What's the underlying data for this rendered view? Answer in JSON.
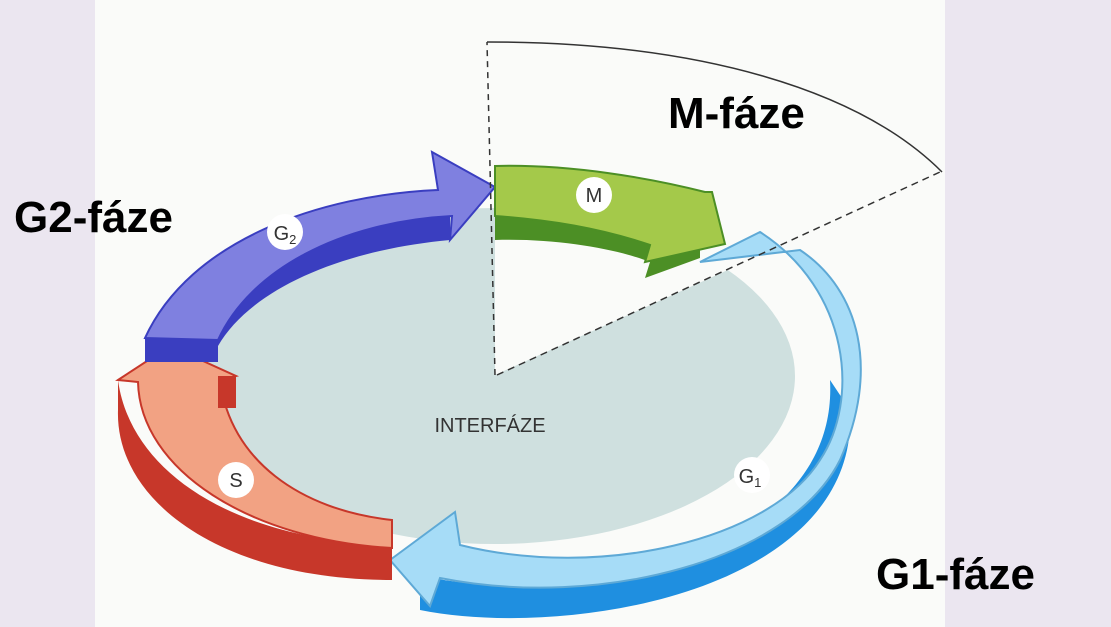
{
  "labels": {
    "g2_phase": "G2-fáze",
    "m_phase": "M-fáze",
    "g1_phase": "G1-fáze",
    "interphase": "INTERFÁZE"
  },
  "segments": [
    {
      "id": "g1",
      "main": "G",
      "sub": "1",
      "color": "#a6dcf7",
      "side_color": "#1f8fe0"
    },
    {
      "id": "s",
      "main": "S",
      "sub": "",
      "color": "#f2a283",
      "side_color": "#c7372a"
    },
    {
      "id": "g2",
      "main": "G",
      "sub": "2",
      "color": "#7f80e0",
      "side_color": "#3a3ec0"
    },
    {
      "id": "m",
      "main": "M",
      "sub": "",
      "color": "#a4c94a",
      "side_color": "#4c8f25"
    }
  ],
  "colors": {
    "background": "#ebe6f0",
    "panel": "#fafbf9",
    "interphase_fill": "#cfe0df"
  }
}
